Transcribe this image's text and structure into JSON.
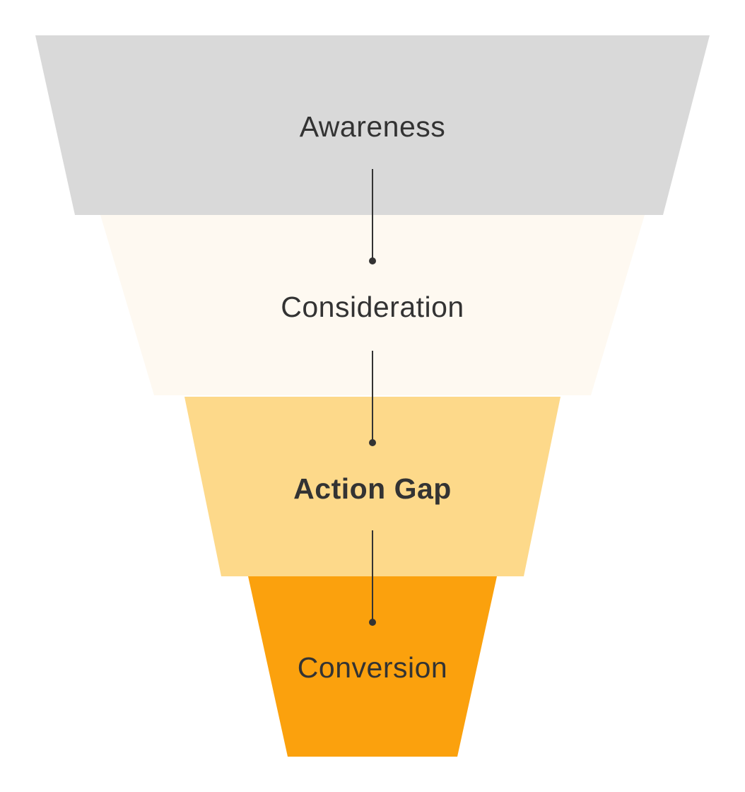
{
  "funnel": {
    "stages": [
      {
        "label": "Awareness",
        "color": "#d9d9d9",
        "emphasis": false
      },
      {
        "label": "Consideration",
        "color": "#fef9f1",
        "emphasis": false
      },
      {
        "label": "Action Gap",
        "color": "#fdd98a",
        "emphasis": true
      },
      {
        "label": "Conversion",
        "color": "#fba10d",
        "emphasis": false
      }
    ],
    "connector_color": "#333333"
  }
}
